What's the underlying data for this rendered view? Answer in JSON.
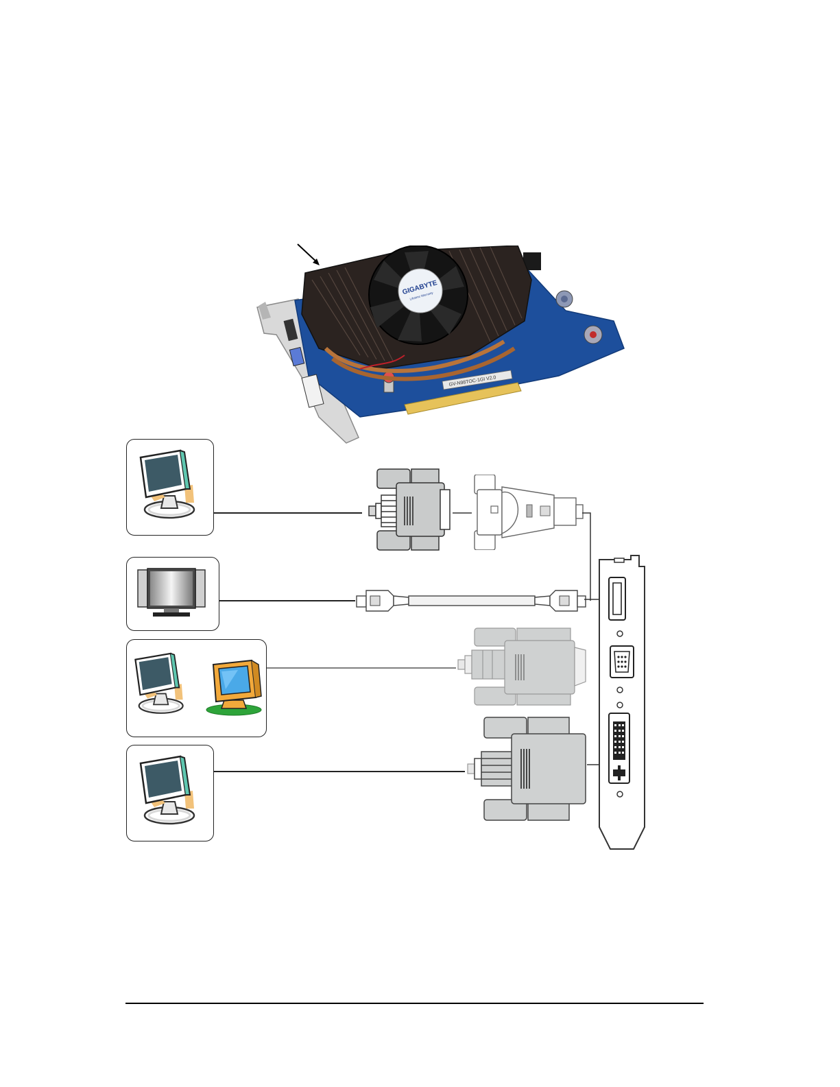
{
  "graphics_card": {
    "brand": "GIGABYTE",
    "model": "GV-N98TOC-1GI V2.0",
    "fan_sticker_small": "Lifetime Warranty"
  },
  "connections": [
    {
      "display": "lcd-monitor",
      "cable": "dvi-to-hdmi-adapter"
    },
    {
      "display": "lcd-tv",
      "cable": "hdmi-cable"
    },
    {
      "display": "monitor-and-crt",
      "cable": "vga-connector"
    },
    {
      "display": "lcd-monitor",
      "cable": "dvi-connector"
    }
  ],
  "bracket_ports": [
    "hdmi-port",
    "vga-port",
    "dvi-port"
  ],
  "colors": {
    "pcb": "#1d4f9c",
    "heatsink": "#2b2320",
    "connector_gray": "#c9cbcb",
    "crt_body": "#f2a93b",
    "crt_base": "#2ea43a",
    "screen": "#3d5a66"
  }
}
